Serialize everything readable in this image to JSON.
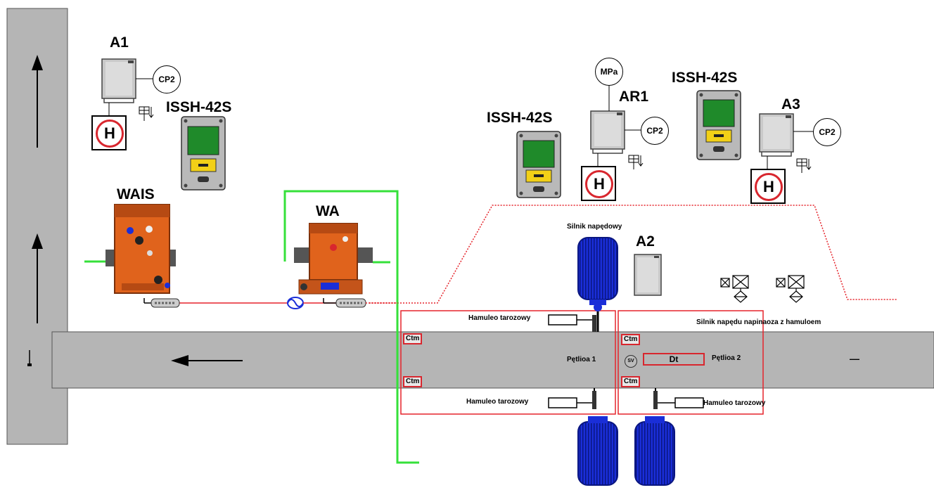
{
  "devices": {
    "a1": "A1",
    "ar1": "AR1",
    "a3": "A3",
    "a2": "A2",
    "issh_left": "ISSH-42S",
    "issh_mid": "ISSH-42S",
    "issh_right": "ISSH-42S",
    "wais": "WAIS",
    "wa": "WA"
  },
  "gauges": {
    "cp2_a1": "CP2",
    "cp2_ar1": "CP2",
    "cp2_a3": "CP2",
    "mpa": "MPa"
  },
  "h_label": "H",
  "motor_label": "Silnik napędowy",
  "tensioner_label": "Silnik napędu napinaoza z hamuloem",
  "brakes": {
    "top": "Hamuleo tarozowy",
    "bottom_left": "Hamuleo tarozowy",
    "bottom_right": "Hamuleo tarozowy"
  },
  "loops": {
    "loop1": "Pętlioa 1",
    "loop2": "Pętlioa 2"
  },
  "ctm": [
    "Ctm",
    "Ctm",
    "Ctm",
    "Ctm"
  ],
  "dt": "Dt",
  "sv": "SV",
  "dash": "—",
  "colors": {
    "conveyor": "#b5b5b5",
    "cable_red": "#e5242b",
    "cable_green": "#35e03a",
    "motor": "#1a2ed8",
    "orange": "#e0631c",
    "issh_screen": "#1f8a2a",
    "issh_badge": "#f2d017"
  }
}
